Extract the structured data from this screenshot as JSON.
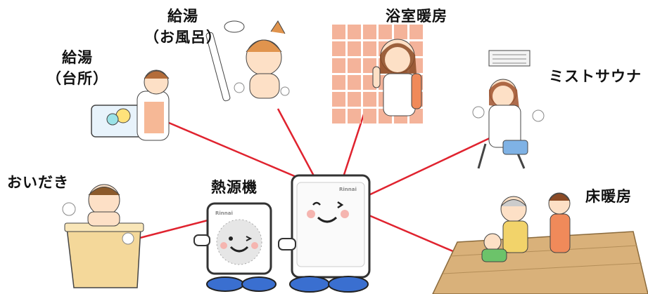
{
  "labels": {
    "kitchen_hot_water": {
      "line1": "給湯",
      "line2": "（台所）"
    },
    "bath_hot_water": {
      "line1": "給湯",
      "line2": "（お風呂）"
    },
    "bathroom_heating": "浴室暖房",
    "mist_sauna": "ミストサウナ",
    "reheating": "おいだき",
    "heat_source": "熱源機",
    "floor_heating": "床暖房"
  },
  "brand_text": "Rinnai",
  "colors": {
    "connector_line": "#e0232f",
    "unit_body": "#ffffff",
    "unit_outline": "#333333",
    "feet": "#3a6fd0",
    "cheek": "#f5b5b0",
    "tile": "#f4b39a",
    "floor": "#d9b17a",
    "tub": "#f4d89a"
  },
  "connections": [
    "kitchen",
    "bath",
    "bathroom-heating",
    "mist-sauna",
    "reheating",
    "floor-heating"
  ]
}
